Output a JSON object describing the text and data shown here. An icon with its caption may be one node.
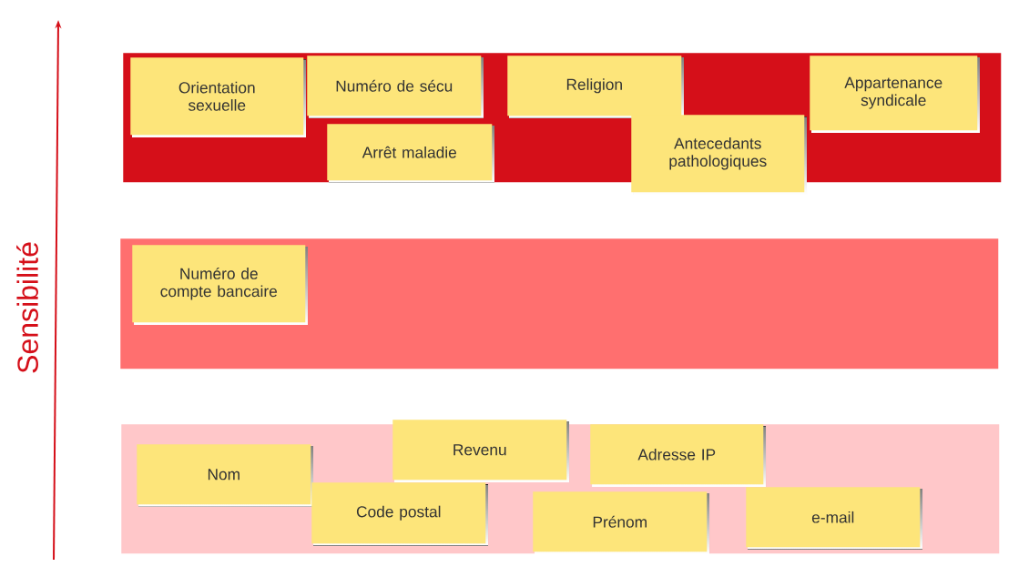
{
  "diagram": {
    "nodes": [
      {
        "text": [],
        "shape": "box"
      },
      {
        "text": [],
        "shape": "box"
      },
      {
        "text": [],
        "shape": "box"
      },
      {
        "text": [
          "Orientation sexuelle"
        ],
        "in": 0
      },
      {
        "text": [
          "Numéro de sécu"
        ],
        "in": 0
      },
      {
        "text": [
          "Religion"
        ],
        "in": 0
      },
      {
        "text": [
          "Appartenance syndicale"
        ],
        "in": 0
      },
      {
        "text": [
          "Arrêt maladie"
        ],
        "in": 0
      },
      {
        "text": [
          "Antecedants pathologiques"
        ]
      },
      {
        "text": [
          "Numéro de compte bancaire"
        ],
        "in": 1
      },
      {
        "text": [
          "Nom"
        ],
        "in": 2
      },
      {
        "text": [
          "Revenu"
        ],
        "in": 2
      },
      {
        "text": [
          "Adresse IP"
        ],
        "in": 2
      },
      {
        "text": [
          "Code postal"
        ],
        "in": 2
      },
      {
        "text": [
          "Prénom"
        ],
        "in": 2
      },
      {
        "text": [
          "e-mail"
        ],
        "in": 2
      }
    ],
    "labels": [
      "Sensibilité"
    ]
  }
}
